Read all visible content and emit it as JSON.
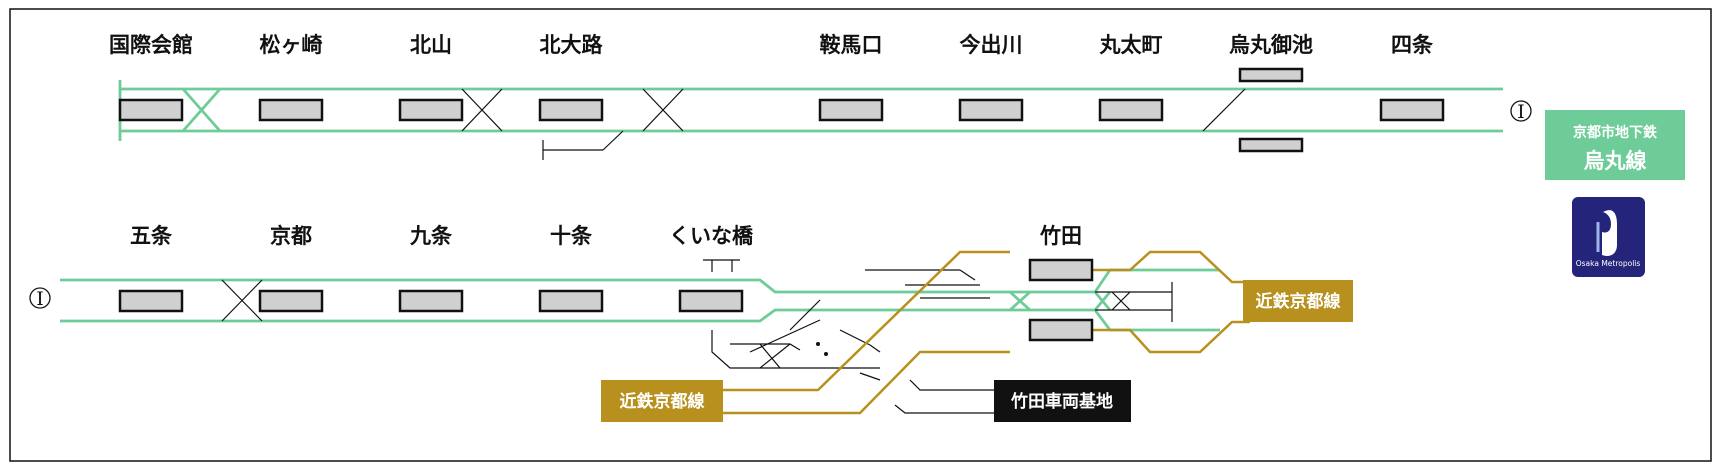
{
  "upper_stations": [
    "国際会館",
    "松ヶ崎",
    "北山",
    "北大路",
    "鞍馬口",
    "今出川",
    "丸太町",
    "烏丸御池",
    "四条"
  ],
  "lower_stations": [
    "五条",
    "京都",
    "九条",
    "十条",
    "くいな橋",
    "竹田"
  ],
  "line_box": {
    "operator": "京都市地下鉄",
    "line_name": "烏丸線",
    "color": "#6dcc97"
  },
  "logo": {
    "text": "Osaka Metropolis",
    "color": "#23247a"
  },
  "connections": {
    "kintetsu_right": "近鉄京都線",
    "kintetsu_left": "近鉄京都線",
    "kintetsu_color": "#b8901e",
    "depot": "竹田車両基地",
    "depot_color": "#111111"
  },
  "continuation_marks": [
    "Ⅰ",
    "Ⅰ"
  ]
}
